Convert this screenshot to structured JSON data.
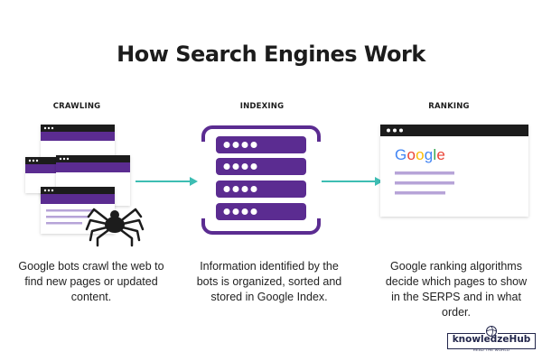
{
  "title": "How Search Engines Work",
  "steps": [
    {
      "label": "CRAWLING",
      "description": "Google bots crawl the web to find new pages or updated content."
    },
    {
      "label": "INDEXING",
      "description": "Information identified by the bots is organized, sorted and stored in Google Index."
    },
    {
      "label": "RANKING",
      "description": "Google ranking algorithms decide which pages to show in the SERPS and in what order."
    }
  ],
  "google_wordmark": "Google",
  "brand": {
    "name": "knowledzeHub",
    "tagline": "READ THE WORLD"
  },
  "colors": {
    "purple": "#5b2c91",
    "lilac": "#b7a4d8",
    "teal": "#3dbdb3",
    "dark": "#1c1c1c",
    "google_blue": "#4285f4",
    "google_red": "#ea4335",
    "google_yellow": "#fbbc05",
    "google_green": "#34a853"
  }
}
